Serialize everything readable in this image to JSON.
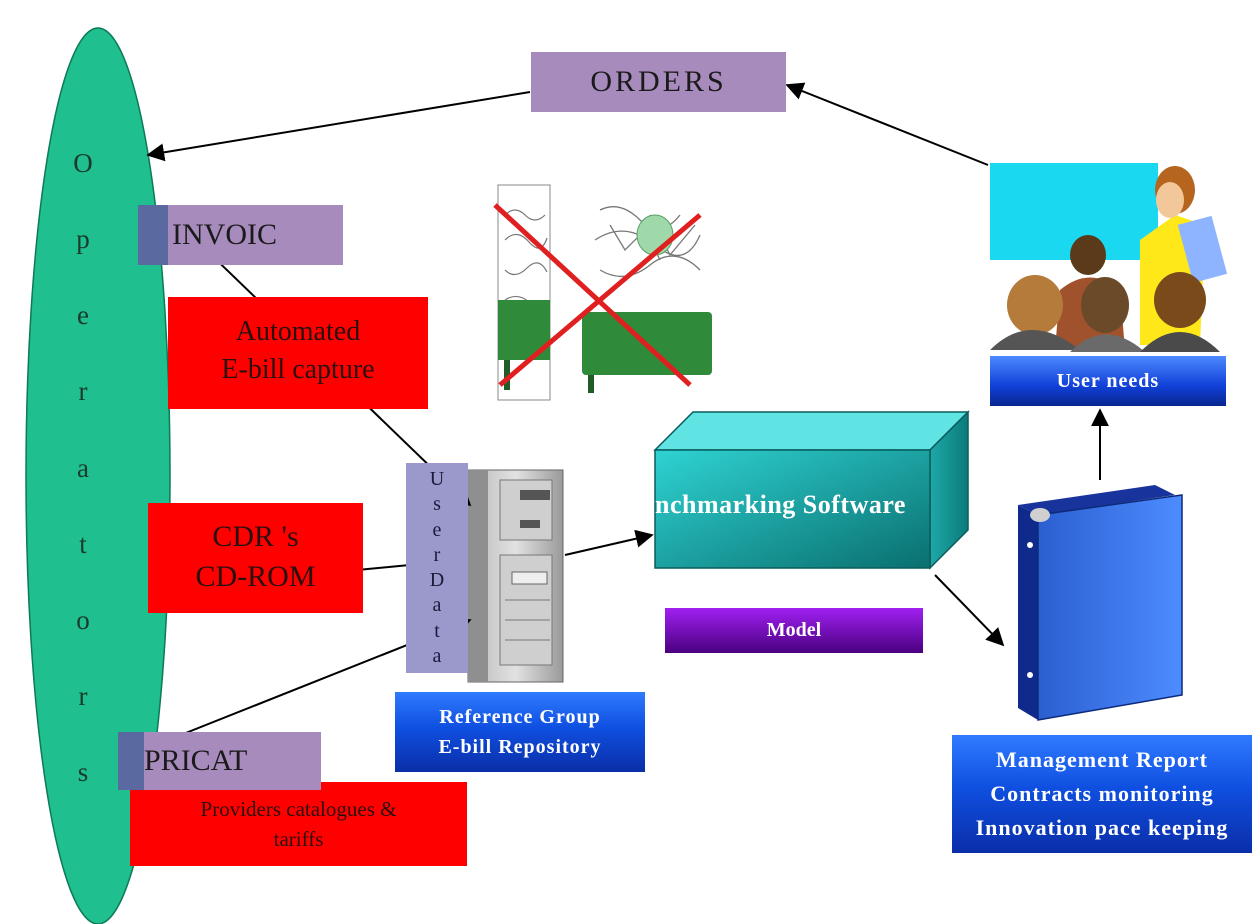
{
  "operators": {
    "letters": [
      "O",
      "p",
      "e",
      "r",
      "a",
      "t",
      "o",
      "r",
      "s"
    ]
  },
  "labels": {
    "orders": "ORDERS",
    "invoic": "INVOIC",
    "pricat": "PRICAT",
    "automated_line1": "Automated",
    "automated_line2": "E-bill capture",
    "cdr_line1": "CDR 's",
    "cdr_line2": "CD-ROM",
    "providers_line1": "Providers catalogues &",
    "providers_line2": "tariffs",
    "user_data_letters": [
      "U",
      "s",
      "e",
      "r",
      "D",
      "a",
      "t",
      "a"
    ],
    "repository_line1": "Reference Group",
    "repository_line2": "E-bill Repository",
    "benchmarking": "nchmarking Software",
    "model": "Model",
    "user_needs": "User needs",
    "report_line1": "Management Report",
    "report_line2": "Contracts monitoring",
    "report_line3": "Innovation pace keeping"
  },
  "icons": [
    "crossed-out-paperwork-icon",
    "server-tower-icon",
    "binder-icon",
    "meeting-people-icon"
  ],
  "colors": {
    "operators": "#1fbf8f",
    "message_box": "#a78bbd",
    "input_box": "#ff0000",
    "blue_label": "#1549e0",
    "model_bar": "#7a00cc",
    "box_3d": "#33cccc",
    "cross": "#e02020"
  }
}
